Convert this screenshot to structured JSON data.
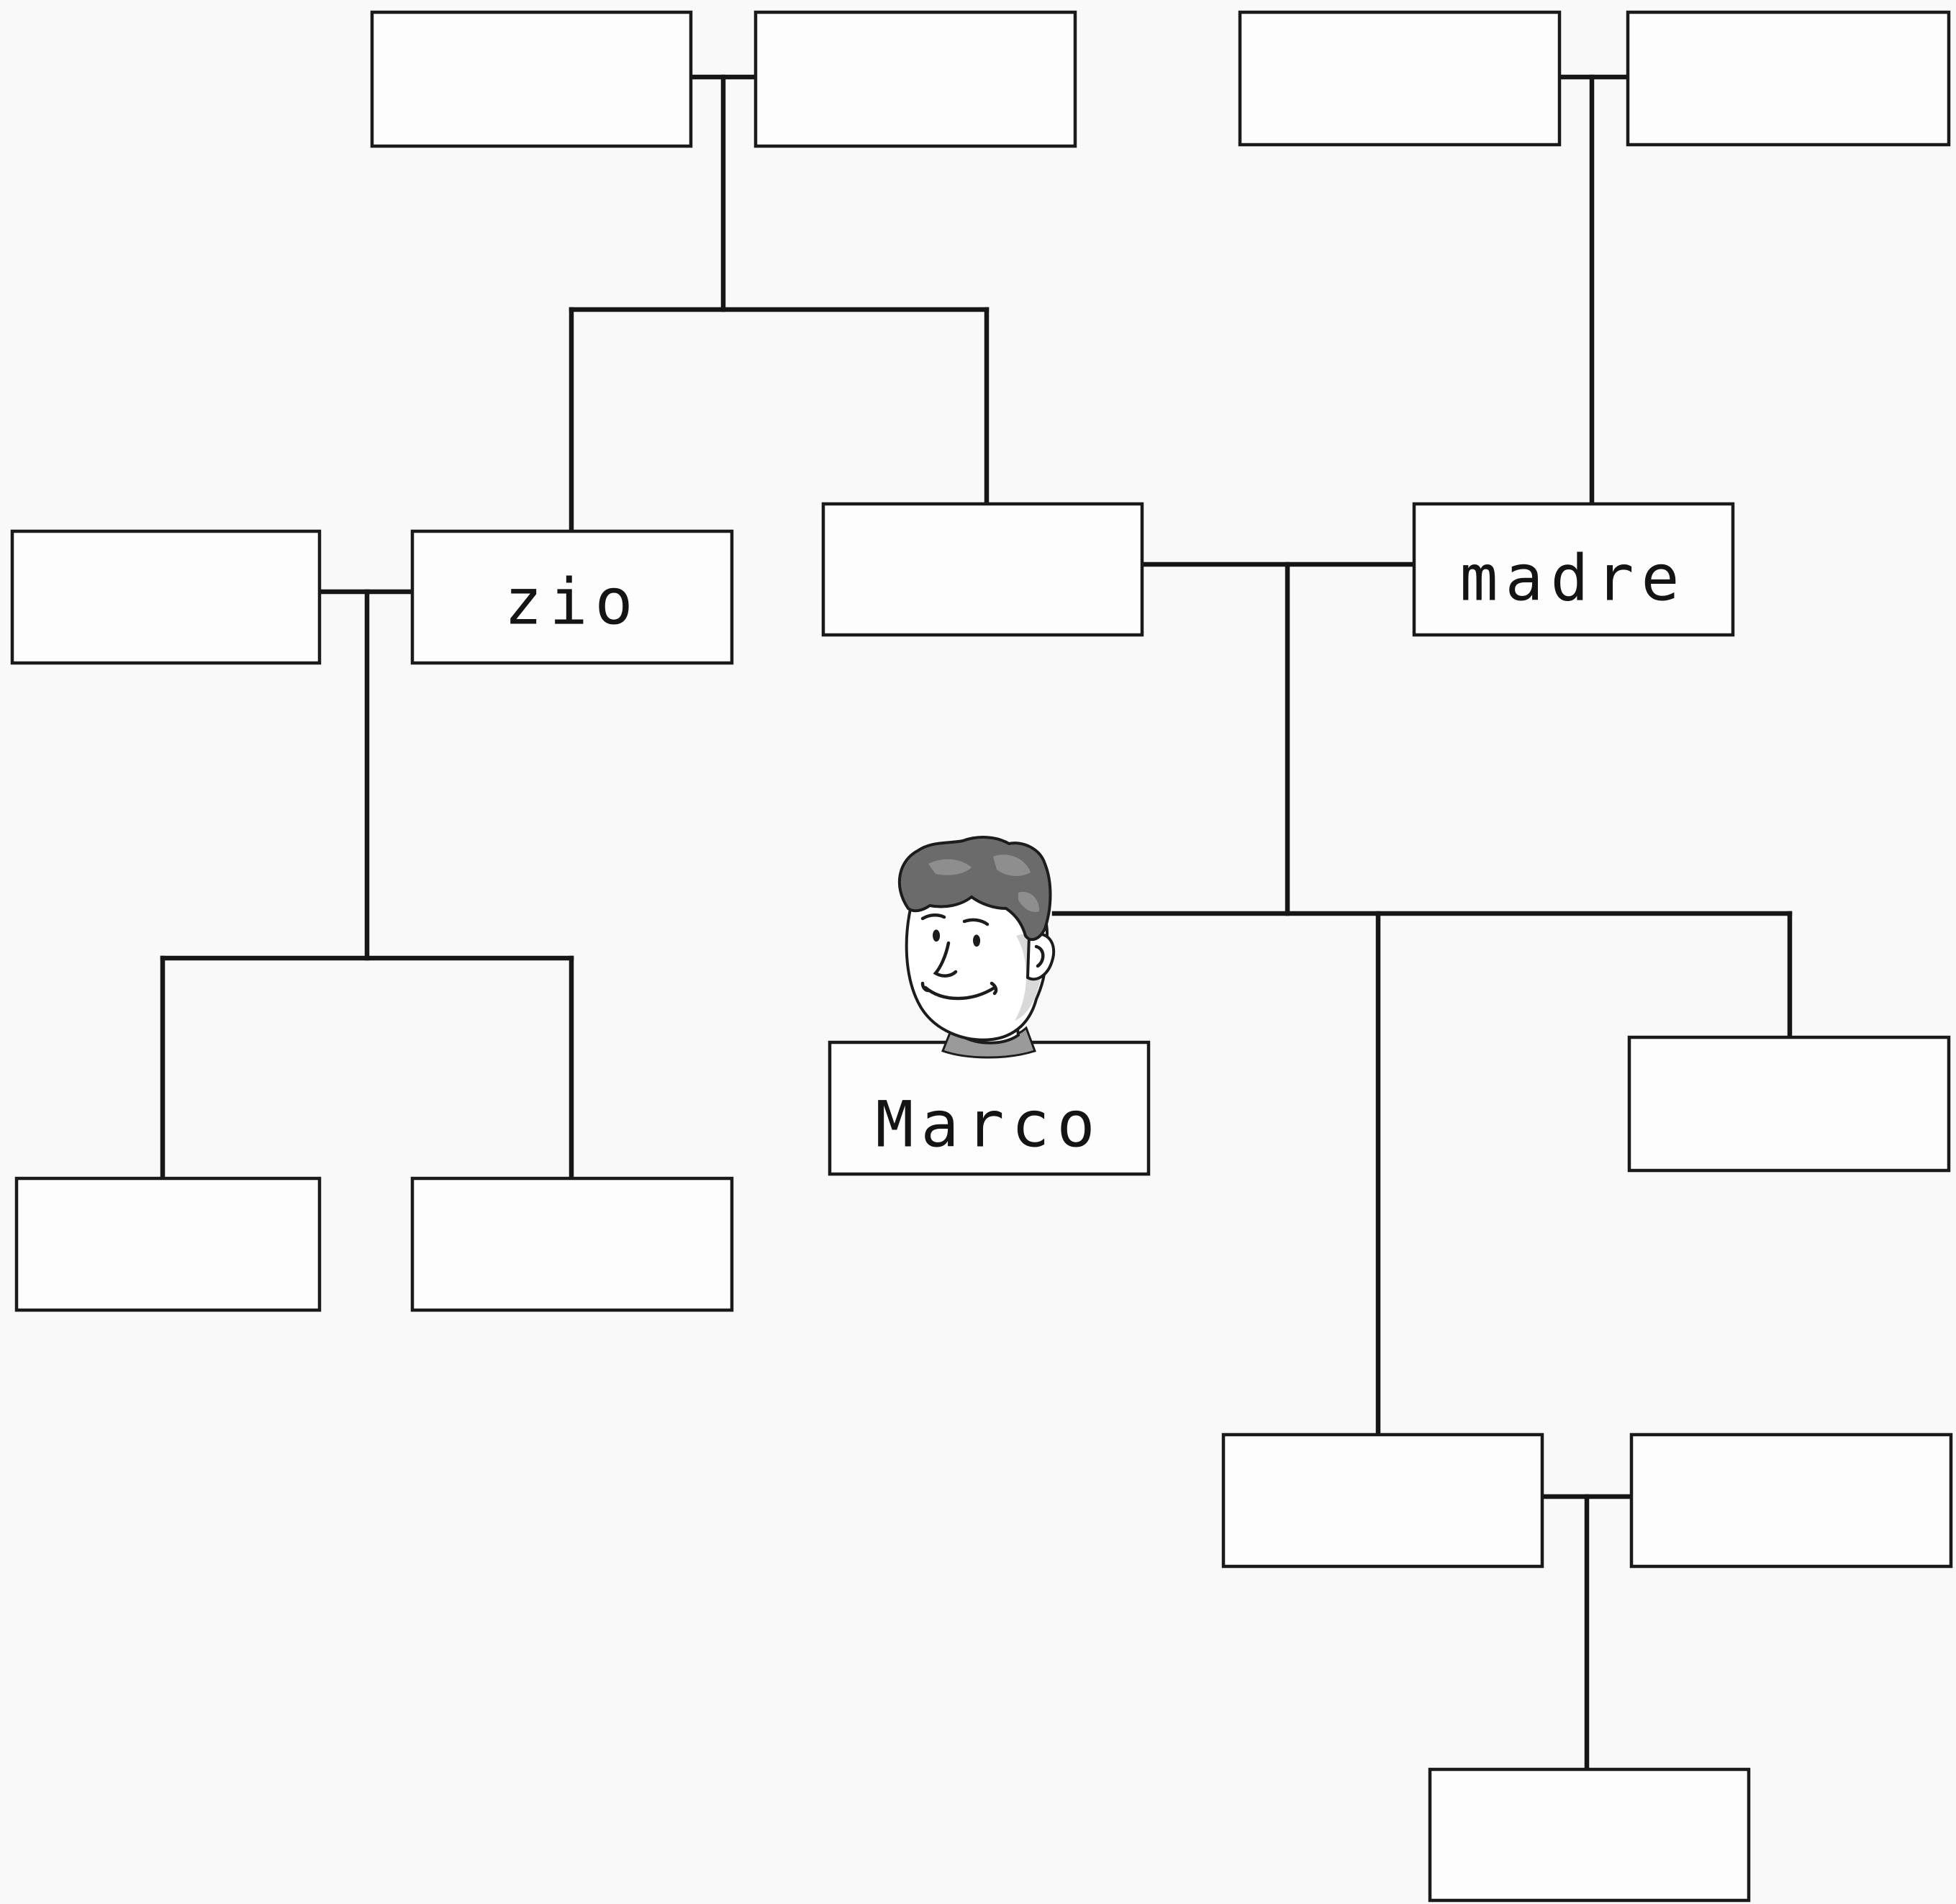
{
  "family_tree": {
    "boxes": [
      {
        "id": "paternal-grandparent-1",
        "label": ""
      },
      {
        "id": "paternal-grandparent-2",
        "label": ""
      },
      {
        "id": "maternal-grandparent-1",
        "label": ""
      },
      {
        "id": "maternal-grandparent-2",
        "label": ""
      },
      {
        "id": "aunt-spouse",
        "label": ""
      },
      {
        "id": "uncle",
        "label": "zio"
      },
      {
        "id": "father",
        "label": ""
      },
      {
        "id": "mother",
        "label": "madre"
      },
      {
        "id": "cousin-1",
        "label": ""
      },
      {
        "id": "cousin-2",
        "label": ""
      },
      {
        "id": "marco",
        "label": "Marco"
      },
      {
        "id": "sibling",
        "label": ""
      },
      {
        "id": "sibling-2",
        "label": ""
      },
      {
        "id": "sibling-2-spouse",
        "label": ""
      },
      {
        "id": "nephew",
        "label": ""
      }
    ],
    "portrait": {
      "icon": "boy-portrait-icon",
      "person": "marco"
    }
  }
}
